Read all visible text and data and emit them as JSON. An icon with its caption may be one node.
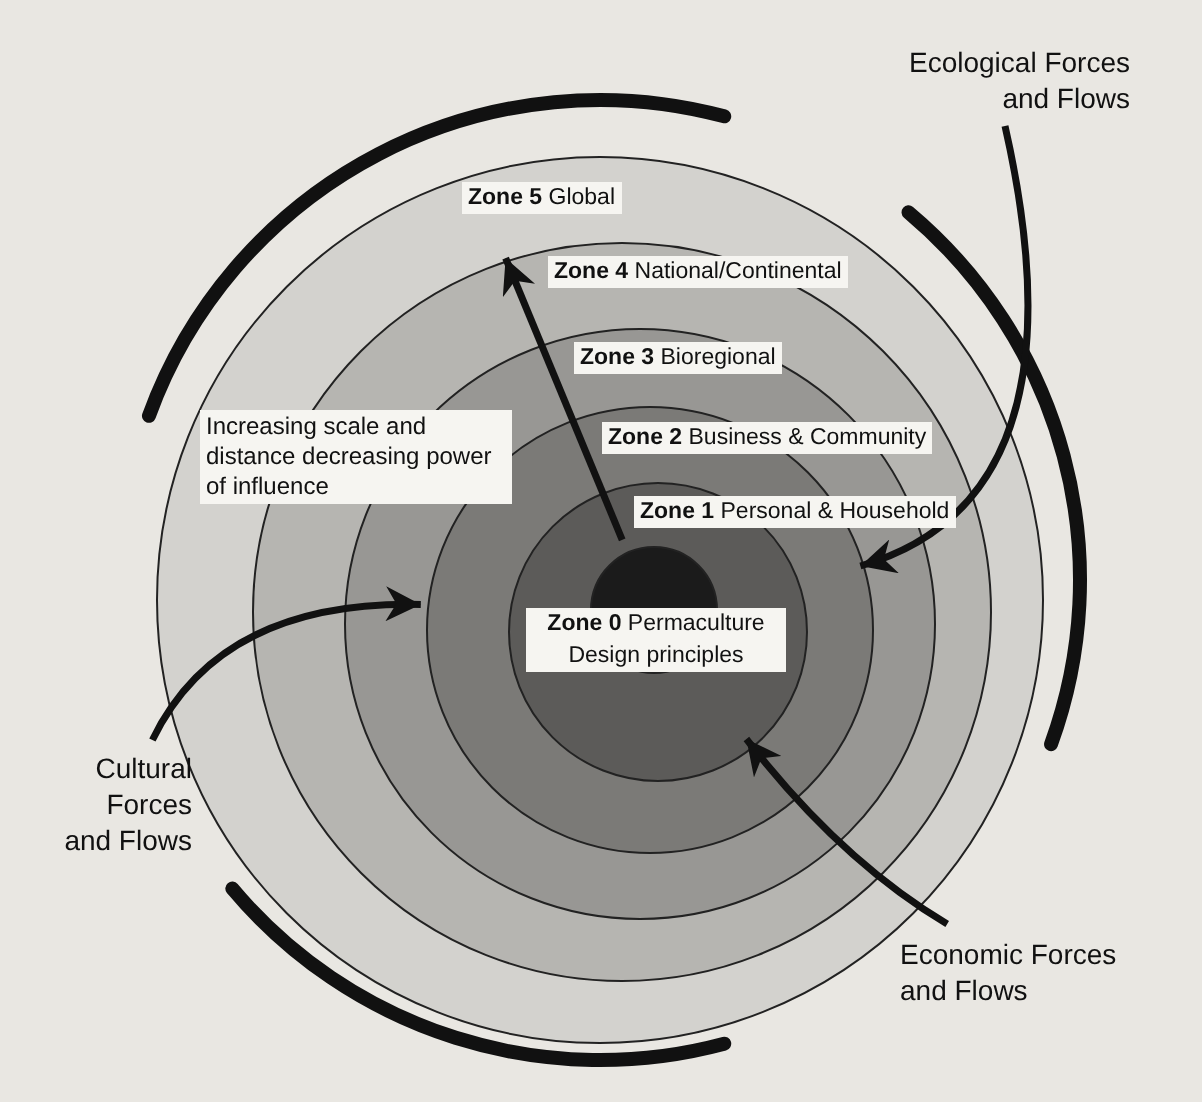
{
  "diagram": {
    "nodes": [
      {
        "text": [
          "**Zone 5** Global"
        ]
      },
      {
        "text": [
          "**Zone 4** National/Continental"
        ],
        "in": 0
      },
      {
        "text": [
          "**Zone 3** Bioregional"
        ],
        "in": 1
      },
      {
        "text": [
          "**Zone 2** Business & Community"
        ],
        "in": 2
      },
      {
        "text": [
          "**Zone 1** Personal & Household"
        ],
        "in": 3
      },
      {
        "text": [
          "**Zone 0** Permaculture Design principles"
        ],
        "in": 4
      },
      {
        "text": [
          "Ecological Forces and Flows"
        ]
      },
      {
        "text": [
          "Cultural Forces and Flows"
        ]
      },
      {
        "text": [
          "Economic Forces and Flows"
        ]
      }
    ],
    "edges": [
      {
        "from": 6,
        "to": 3,
        "arrow": "to"
      },
      {
        "from": 7,
        "to": 3,
        "arrow": "to"
      },
      {
        "from": 8,
        "to": 4,
        "arrow": "to"
      },
      {
        "from": 5,
        "to": 1,
        "arrow": "to"
      }
    ],
    "labels": [
      "Increasing scale and distance decreasing power of influence"
    ]
  }
}
